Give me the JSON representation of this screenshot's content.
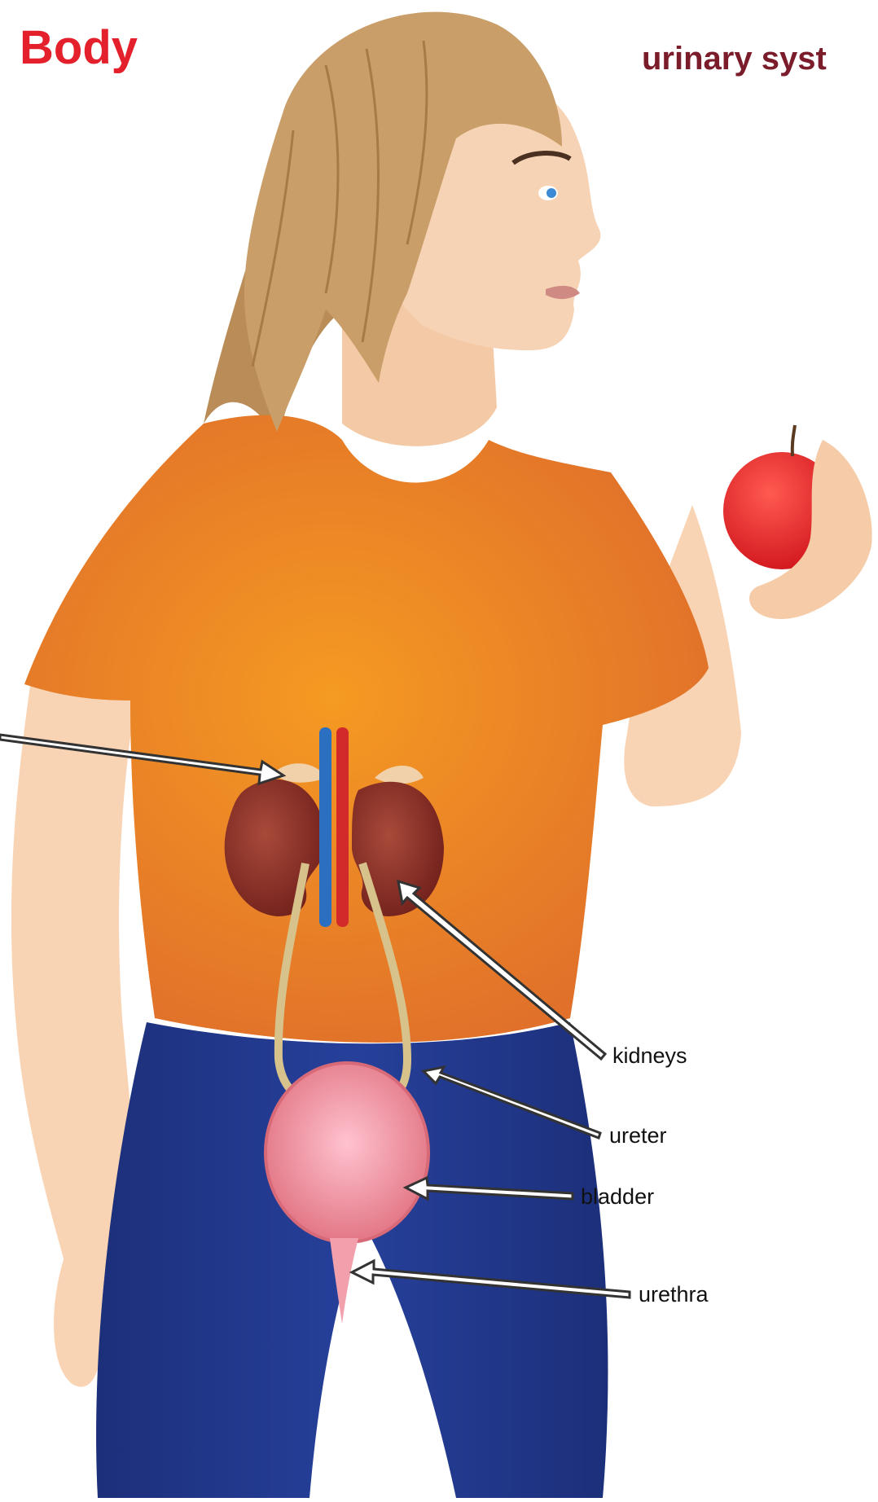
{
  "header": {
    "title": "Body",
    "subtitle": "urinary syst"
  },
  "labels": [
    {
      "id": "kidneys",
      "text": "kidneys"
    },
    {
      "id": "ureter",
      "text": "ureter"
    },
    {
      "id": "bladder",
      "text": "bladder"
    },
    {
      "id": "urethra",
      "text": "urethra"
    }
  ],
  "colors": {
    "title": "#e3202b",
    "subtitle": "#7b1c2a",
    "skin": "#f7d0b0",
    "hair": "#c49a64",
    "shirt": "#e77a24",
    "pants": "#21378a",
    "kidney": "#8b2a22",
    "vein": "#2a6fc0",
    "artery": "#d22a2a",
    "ureter": "#d8c28b",
    "bladder": "#f08aa0",
    "apple": "#e41e26"
  }
}
